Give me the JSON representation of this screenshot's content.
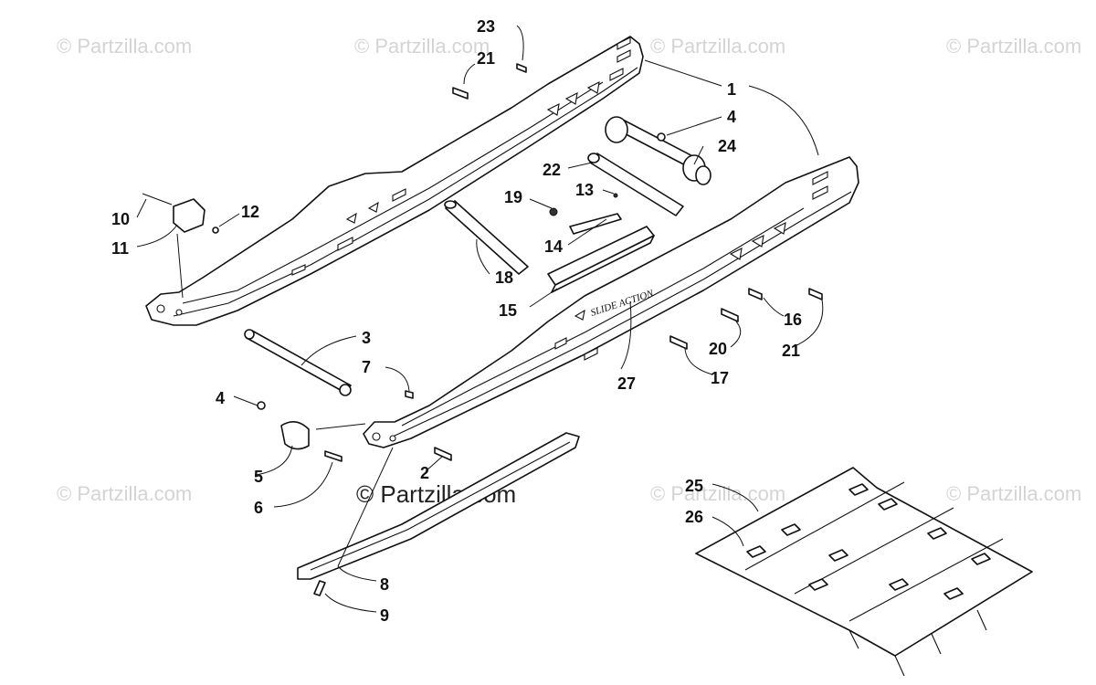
{
  "watermarks": {
    "corner": "© Partzilla.com",
    "center": "© Partzilla.com"
  },
  "callouts": {
    "n1": "1",
    "n2": "2",
    "n3": "3",
    "n4a": "4",
    "n4b": "4",
    "n5": "5",
    "n6": "6",
    "n7": "7",
    "n8": "8",
    "n9": "9",
    "n10": "10",
    "n11": "11",
    "n12": "12",
    "n13": "13",
    "n14": "14",
    "n15": "15",
    "n16": "16",
    "n17": "17",
    "n18": "18",
    "n19": "19",
    "n20": "20",
    "n21a": "21",
    "n21b": "21",
    "n22": "22",
    "n23": "23",
    "n24": "24",
    "n25": "25",
    "n26": "26",
    "n27": "27"
  },
  "frame_decal": "SLIDE ACTION",
  "colors": {
    "line": "#111111",
    "watermark": "#d4d4d4",
    "background": "#ffffff"
  }
}
